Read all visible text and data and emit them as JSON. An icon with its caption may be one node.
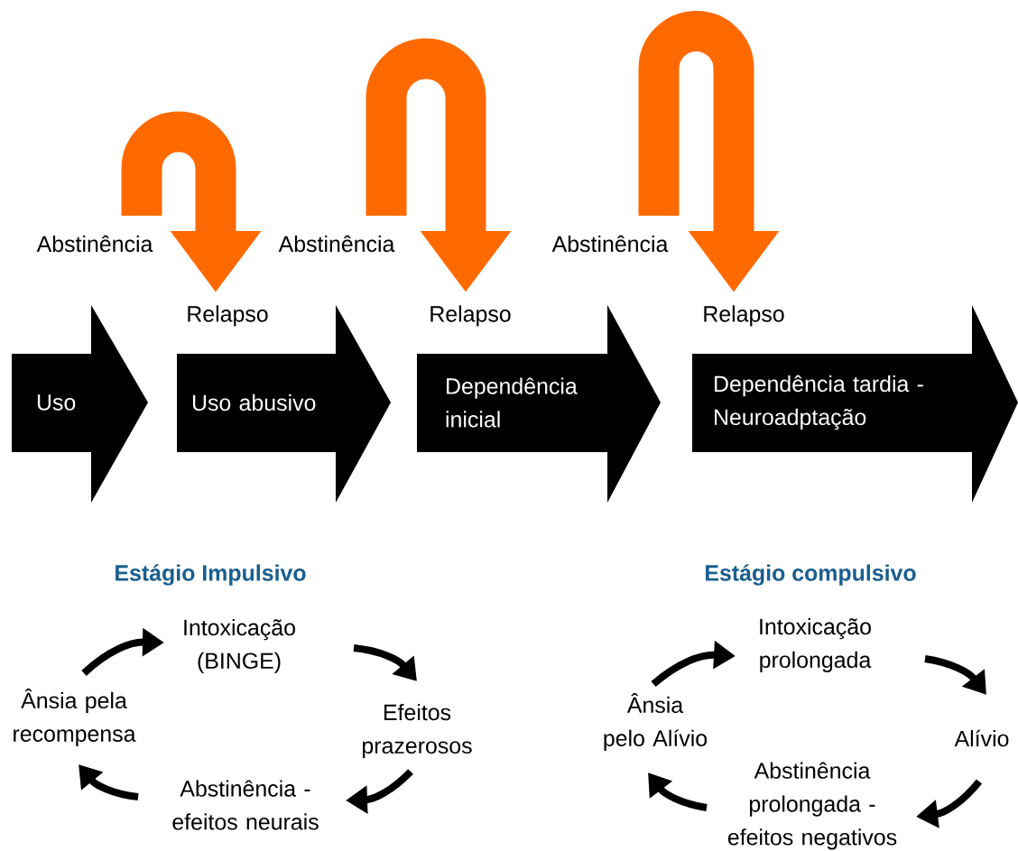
{
  "diagram": {
    "nodes": [
      {
        "text": [
          "Abstinência"
        ]
      },
      {
        "text": [
          "Abstinência"
        ]
      },
      {
        "text": [
          "Abstinência"
        ]
      },
      {
        "text": [
          "Relapso"
        ]
      },
      {
        "text": [
          "Relapso"
        ]
      },
      {
        "text": [
          "Relapso"
        ]
      },
      {
        "text": [
          "Uso"
        ]
      },
      {
        "text": [
          "Uso abusivo"
        ]
      },
      {
        "text": [
          "Dependência inicial"
        ]
      },
      {
        "text": [
          "Dependência tardia - Neuroadptação"
        ]
      },
      {
        "text": [
          "Intoxicação (BINGE)"
        ]
      },
      {
        "text": [
          "Ânsia pela recompensa"
        ]
      },
      {
        "text": [
          "Efeitos prazerosos"
        ]
      },
      {
        "text": [
          "Abstinência - efeitos neurais"
        ]
      },
      {
        "text": [
          "Intoxicação prolongada"
        ]
      },
      {
        "text": [
          "Ânsia pelo Alívio"
        ]
      },
      {
        "text": [
          "Alívio"
        ]
      },
      {
        "text": [
          "Abstinência prolongada - efeitos negativos"
        ]
      }
    ],
    "edges": [
      {
        "from": 0,
        "to": 3,
        "arrow": "to",
        "style": "thick",
        "color": "#ff6a00"
      },
      {
        "from": 1,
        "to": 4,
        "arrow": "to",
        "style": "thick",
        "color": "#ff6a00"
      },
      {
        "from": 2,
        "to": 5,
        "arrow": "to",
        "style": "thick",
        "color": "#ff6a00"
      },
      {
        "from": 10,
        "to": 12,
        "arrow": "to"
      },
      {
        "from": 12,
        "to": 13,
        "arrow": "to"
      },
      {
        "from": 13,
        "to": 11,
        "arrow": "to"
      },
      {
        "from": 11,
        "to": 10,
        "arrow": "to"
      },
      {
        "from": 14,
        "to": 16,
        "arrow": "to"
      },
      {
        "from": 16,
        "to": 17,
        "arrow": "to"
      },
      {
        "from": 17,
        "to": 15,
        "arrow": "to"
      },
      {
        "from": 15,
        "to": 14,
        "arrow": "to"
      }
    ],
    "labels": [
      "Estágio Impulsivo",
      "Estágio compulsivo"
    ]
  }
}
